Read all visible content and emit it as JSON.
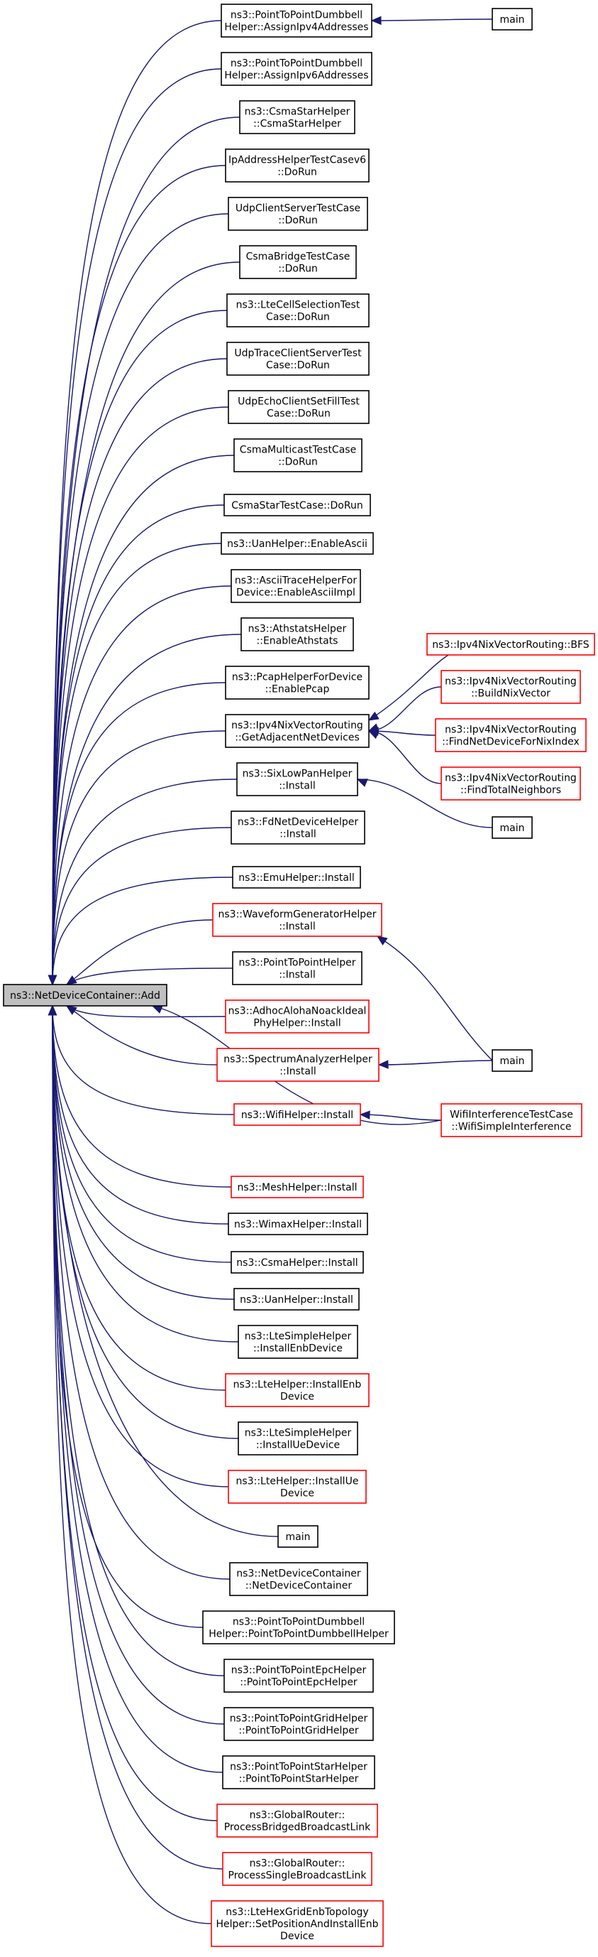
{
  "colors": {
    "edge": "#191970",
    "black_border": "#000000",
    "red_border": "#ff0000",
    "root_fill": "#bfbfbf"
  },
  "root": {
    "id": "root",
    "lines": [
      "ns3::NetDeviceContainer::Add"
    ]
  },
  "nodes": [
    {
      "id": "n1",
      "lines": [
        "ns3::PointToPointDumbbell",
        "Helper::AssignIpv4Addresses"
      ],
      "border": "black"
    },
    {
      "id": "n2",
      "lines": [
        "ns3::PointToPointDumbbell",
        "Helper::AssignIpv6Addresses"
      ],
      "border": "black"
    },
    {
      "id": "n3",
      "lines": [
        "ns3::CsmaStarHelper",
        "::CsmaStarHelper"
      ],
      "border": "black"
    },
    {
      "id": "n4",
      "lines": [
        "IpAddressHelperTestCasev6",
        "::DoRun"
      ],
      "border": "black"
    },
    {
      "id": "n5",
      "lines": [
        "UdpClientServerTestCase",
        "::DoRun"
      ],
      "border": "black"
    },
    {
      "id": "n6",
      "lines": [
        "CsmaBridgeTestCase",
        "::DoRun"
      ],
      "border": "black"
    },
    {
      "id": "n7",
      "lines": [
        "ns3::LteCellSelectionTest",
        "Case::DoRun"
      ],
      "border": "black"
    },
    {
      "id": "n8",
      "lines": [
        "UdpTraceClientServerTest",
        "Case::DoRun"
      ],
      "border": "black"
    },
    {
      "id": "n9",
      "lines": [
        "UdpEchoClientSetFillTest",
        "Case::DoRun"
      ],
      "border": "black"
    },
    {
      "id": "n10",
      "lines": [
        "CsmaMulticastTestCase",
        "::DoRun"
      ],
      "border": "black"
    },
    {
      "id": "n11",
      "lines": [
        "CsmaStarTestCase::DoRun"
      ],
      "border": "black"
    },
    {
      "id": "n12",
      "lines": [
        "ns3::UanHelper::EnableAscii"
      ],
      "border": "black"
    },
    {
      "id": "n13",
      "lines": [
        "ns3::AsciiTraceHelperFor",
        "Device::EnableAsciiImpl"
      ],
      "border": "black"
    },
    {
      "id": "n14",
      "lines": [
        "ns3::AthstatsHelper",
        "::EnableAthstats"
      ],
      "border": "black"
    },
    {
      "id": "n15",
      "lines": [
        "ns3::PcapHelperForDevice",
        "::EnablePcap"
      ],
      "border": "black"
    },
    {
      "id": "n16",
      "lines": [
        "ns3::Ipv4NixVectorRouting",
        "::GetAdjacentNetDevices"
      ],
      "border": "black"
    },
    {
      "id": "n17",
      "lines": [
        "ns3::SixLowPanHelper",
        "::Install"
      ],
      "border": "black"
    },
    {
      "id": "n18",
      "lines": [
        "ns3::FdNetDeviceHelper",
        "::Install"
      ],
      "border": "black"
    },
    {
      "id": "n19",
      "lines": [
        "ns3::EmuHelper::Install"
      ],
      "border": "black"
    },
    {
      "id": "n20",
      "lines": [
        "ns3::WaveformGeneratorHelper",
        "::Install"
      ],
      "border": "red"
    },
    {
      "id": "n21",
      "lines": [
        "ns3::PointToPointHelper",
        "::Install"
      ],
      "border": "black"
    },
    {
      "id": "n22",
      "lines": [
        "ns3::AdhocAlohaNoackIdeal",
        "PhyHelper::Install"
      ],
      "border": "red"
    },
    {
      "id": "n23",
      "lines": [
        "ns3::SpectrumAnalyzerHelper",
        "::Install"
      ],
      "border": "red"
    },
    {
      "id": "n24",
      "lines": [
        "ns3::WifiHelper::Install"
      ],
      "border": "red"
    },
    {
      "id": "n25",
      "lines": [
        "ns3::MeshHelper::Install"
      ],
      "border": "red"
    },
    {
      "id": "n26",
      "lines": [
        "ns3::WimaxHelper::Install"
      ],
      "border": "black"
    },
    {
      "id": "n27",
      "lines": [
        "ns3::CsmaHelper::Install"
      ],
      "border": "black"
    },
    {
      "id": "n28",
      "lines": [
        "ns3::UanHelper::Install"
      ],
      "border": "black"
    },
    {
      "id": "n29",
      "lines": [
        "ns3::LteSimpleHelper",
        "::InstallEnbDevice"
      ],
      "border": "black"
    },
    {
      "id": "n30",
      "lines": [
        "ns3::LteHelper::InstallEnb",
        "Device"
      ],
      "border": "red"
    },
    {
      "id": "n31",
      "lines": [
        "ns3::LteSimpleHelper",
        "::InstallUeDevice"
      ],
      "border": "black"
    },
    {
      "id": "n32",
      "lines": [
        "ns3::LteHelper::InstallUe",
        "Device"
      ],
      "border": "red"
    },
    {
      "id": "n33",
      "lines": [
        "main"
      ],
      "border": "black"
    },
    {
      "id": "n34",
      "lines": [
        "ns3::NetDeviceContainer",
        "::NetDeviceContainer"
      ],
      "border": "black"
    },
    {
      "id": "n35",
      "lines": [
        "ns3::PointToPointDumbbell",
        "Helper::PointToPointDumbbellHelper"
      ],
      "border": "black"
    },
    {
      "id": "n36",
      "lines": [
        "ns3::PointToPointEpcHelper",
        "::PointToPointEpcHelper"
      ],
      "border": "black"
    },
    {
      "id": "n37",
      "lines": [
        "ns3::PointToPointGridHelper",
        "::PointToPointGridHelper"
      ],
      "border": "black"
    },
    {
      "id": "n38",
      "lines": [
        "ns3::PointToPointStarHelper",
        "::PointToPointStarHelper"
      ],
      "border": "black"
    },
    {
      "id": "n39",
      "lines": [
        "ns3::GlobalRouter::",
        "ProcessBridgedBroadcastLink"
      ],
      "border": "red"
    },
    {
      "id": "n40",
      "lines": [
        "ns3::GlobalRouter::",
        "ProcessSingleBroadcastLink"
      ],
      "border": "red"
    },
    {
      "id": "n41",
      "lines": [
        "ns3::LteHexGridEnbTopology",
        "Helper::SetPositionAndInstallEnb",
        "Device"
      ],
      "border": "red"
    },
    {
      "id": "m1",
      "lines": [
        "main"
      ],
      "border": "black"
    },
    {
      "id": "m2",
      "lines": [
        "ns3::Ipv4NixVectorRouting::BFS"
      ],
      "border": "red"
    },
    {
      "id": "m3",
      "lines": [
        "ns3::Ipv4NixVectorRouting",
        "::BuildNixVector"
      ],
      "border": "red"
    },
    {
      "id": "m4",
      "lines": [
        "ns3::Ipv4NixVectorRouting",
        "::FindNetDeviceForNixIndex"
      ],
      "border": "red"
    },
    {
      "id": "m5",
      "lines": [
        "ns3::Ipv4NixVectorRouting",
        "::FindTotalNeighbors"
      ],
      "border": "red"
    },
    {
      "id": "m6",
      "lines": [
        "main"
      ],
      "border": "black"
    },
    {
      "id": "m7",
      "lines": [
        "main"
      ],
      "border": "black"
    },
    {
      "id": "m8",
      "lines": [
        "WifiInterferenceTestCase",
        "::WifiSimpleInterference"
      ],
      "border": "red"
    }
  ],
  "edges": [
    [
      "m1",
      "n1"
    ],
    [
      "m2",
      "n16"
    ],
    [
      "m3",
      "n16"
    ],
    [
      "m4",
      "n16"
    ],
    [
      "m5",
      "n16"
    ],
    [
      "m6",
      "n17"
    ],
    [
      "m7",
      "n20"
    ],
    [
      "m7",
      "n23"
    ],
    [
      "m8",
      "n24"
    ],
    [
      "m8",
      "root"
    ]
  ]
}
